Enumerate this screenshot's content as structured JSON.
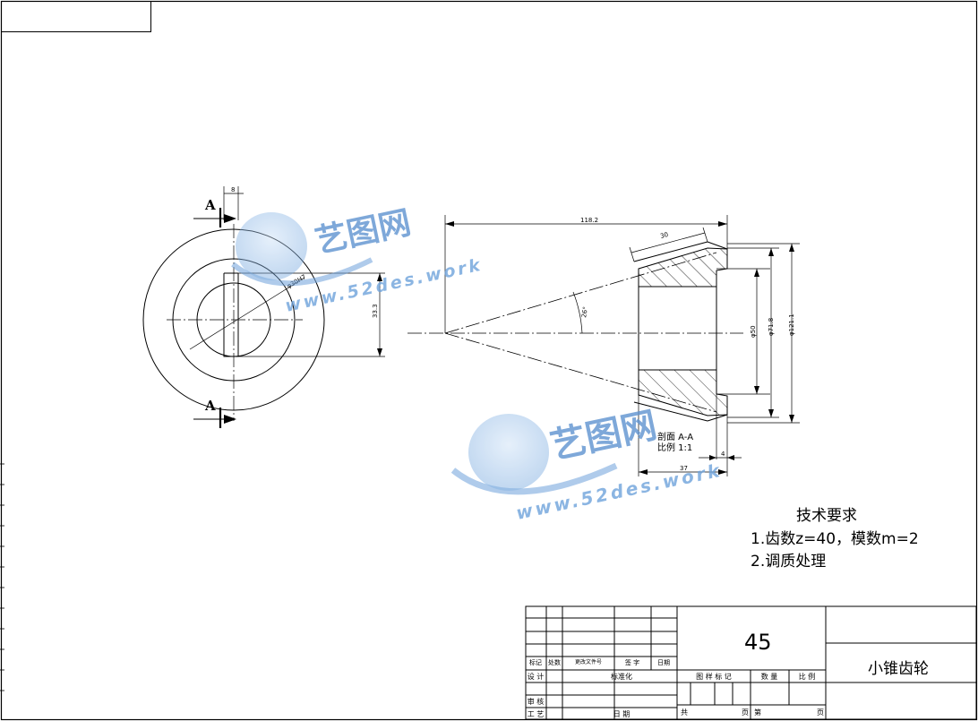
{
  "drawing": {
    "part_name": "小锥齿轮",
    "material": "45",
    "section_title": "剖面 A-A",
    "section_scale": "比例 1:1",
    "section_marker": "A"
  },
  "dimensions": {
    "keyway_width": "8",
    "keyway_depth": "33.3",
    "bore_dia": "φ30H7",
    "cone_distance": "118.2",
    "face_width": "30",
    "pitch_angle": "26°",
    "hub_dia": "φ50",
    "pitch_dia": "φ71.8",
    "tip_dia": "φ121.1",
    "hub_length": "37",
    "offset": "4"
  },
  "tech_requirements": {
    "title": "技术要求",
    "items": [
      "1.齿数z=40，模数m=2",
      "2.调质处理"
    ]
  },
  "title_block": {
    "row_labels": [
      "标记",
      "处数",
      "更改文件号",
      "签 字",
      "日期"
    ],
    "design": "设 计",
    "standardization": "标准化",
    "review": "审 核",
    "process": "工 艺",
    "date": "日 期",
    "stage_label": "图 样 标 记",
    "quantity": "数 量",
    "scale": "比 例",
    "total": "共",
    "sheet": "页",
    "number": "第",
    "page": "页"
  },
  "watermark": {
    "brand": "艺图网",
    "site": "www.52des.work"
  }
}
